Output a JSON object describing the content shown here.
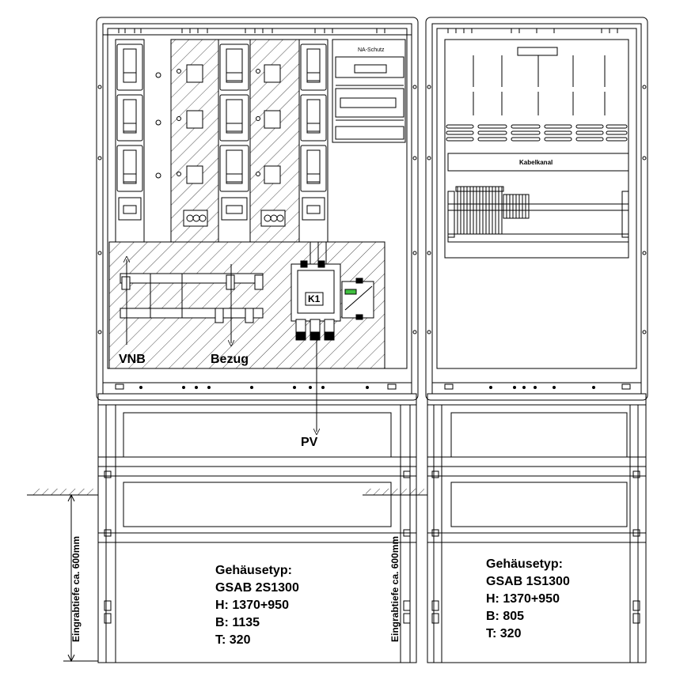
{
  "labels": {
    "vnb": "VNB",
    "bezug": "Bezug",
    "pv": "PV",
    "k1": "K1",
    "na_schutz": "NA-Schutz",
    "kabelkanal": "Kabelkanal",
    "depth_left": "Eingrabtiefe ca. 600mm",
    "depth_right": "Eingrabtiefe ca. 600mm"
  },
  "housing_left": {
    "line1": "Gehäusetyp:",
    "line2": "GSAB 2S1300",
    "line3": "H: 1370+950",
    "line4": "B: 1135",
    "line5": "T: 320"
  },
  "housing_right": {
    "line1": "Gehäusetyp:",
    "line2": "GSAB 1S1300",
    "line3": "H: 1370+950",
    "line4": "B: 805",
    "line5": "T: 320"
  }
}
